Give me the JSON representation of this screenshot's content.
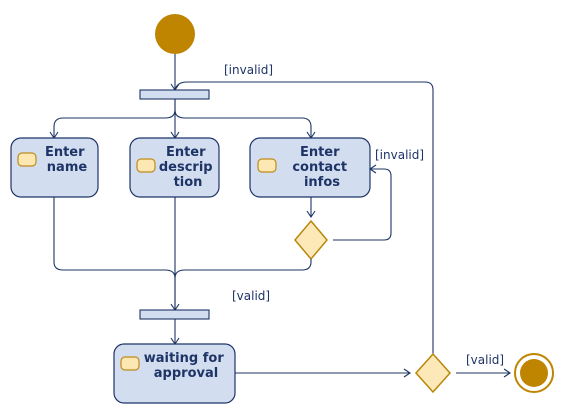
{
  "nodes": {
    "enter_name": {
      "lines": [
        "Enter",
        "name"
      ]
    },
    "enter_description": {
      "lines": [
        "Enter",
        "descrip",
        "tion"
      ]
    },
    "enter_contact": {
      "lines": [
        "Enter",
        "contact",
        "infos"
      ]
    },
    "waiting": {
      "lines": [
        "waiting for",
        "approval"
      ]
    }
  },
  "guards": {
    "loop_invalid": "[invalid]",
    "contact_invalid": "[invalid]",
    "merge_valid": "[valid]",
    "final_valid": "[valid]"
  },
  "colors": {
    "node_fill": "#d2ddf0",
    "line": "#1e3466",
    "accent": "#bf8400",
    "decision_fill": "#fde9b8"
  }
}
